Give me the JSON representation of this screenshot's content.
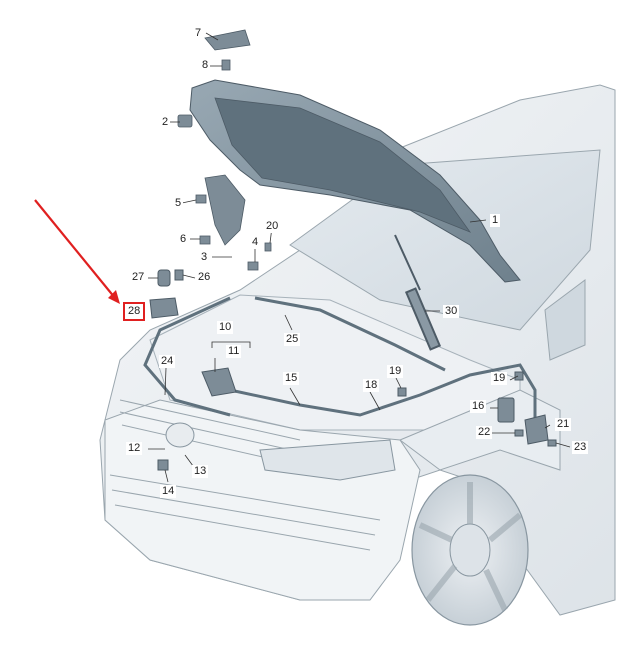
{
  "diagram": {
    "accent_color": "#e02020",
    "highlighted_part": "28",
    "callouts": [
      {
        "id": "c1",
        "text": "1"
      },
      {
        "id": "c2",
        "text": "2"
      },
      {
        "id": "c3",
        "text": "3"
      },
      {
        "id": "c4",
        "text": "4"
      },
      {
        "id": "c5",
        "text": "5"
      },
      {
        "id": "c6",
        "text": "6"
      },
      {
        "id": "c7",
        "text": "7"
      },
      {
        "id": "c8",
        "text": "8"
      },
      {
        "id": "c10",
        "text": "10"
      },
      {
        "id": "c11",
        "text": "11"
      },
      {
        "id": "c12",
        "text": "12"
      },
      {
        "id": "c13",
        "text": "13"
      },
      {
        "id": "c14",
        "text": "14"
      },
      {
        "id": "c15",
        "text": "15"
      },
      {
        "id": "c16",
        "text": "16"
      },
      {
        "id": "c18",
        "text": "18"
      },
      {
        "id": "c19a",
        "text": "19"
      },
      {
        "id": "c19b",
        "text": "19"
      },
      {
        "id": "c20",
        "text": "20"
      },
      {
        "id": "c21",
        "text": "21"
      },
      {
        "id": "c22",
        "text": "22"
      },
      {
        "id": "c23",
        "text": "23"
      },
      {
        "id": "c24",
        "text": "24"
      },
      {
        "id": "c25",
        "text": "25"
      },
      {
        "id": "c26",
        "text": "26"
      },
      {
        "id": "c27",
        "text": "27"
      },
      {
        "id": "c28",
        "text": "28"
      },
      {
        "id": "c30",
        "text": "30"
      }
    ]
  }
}
